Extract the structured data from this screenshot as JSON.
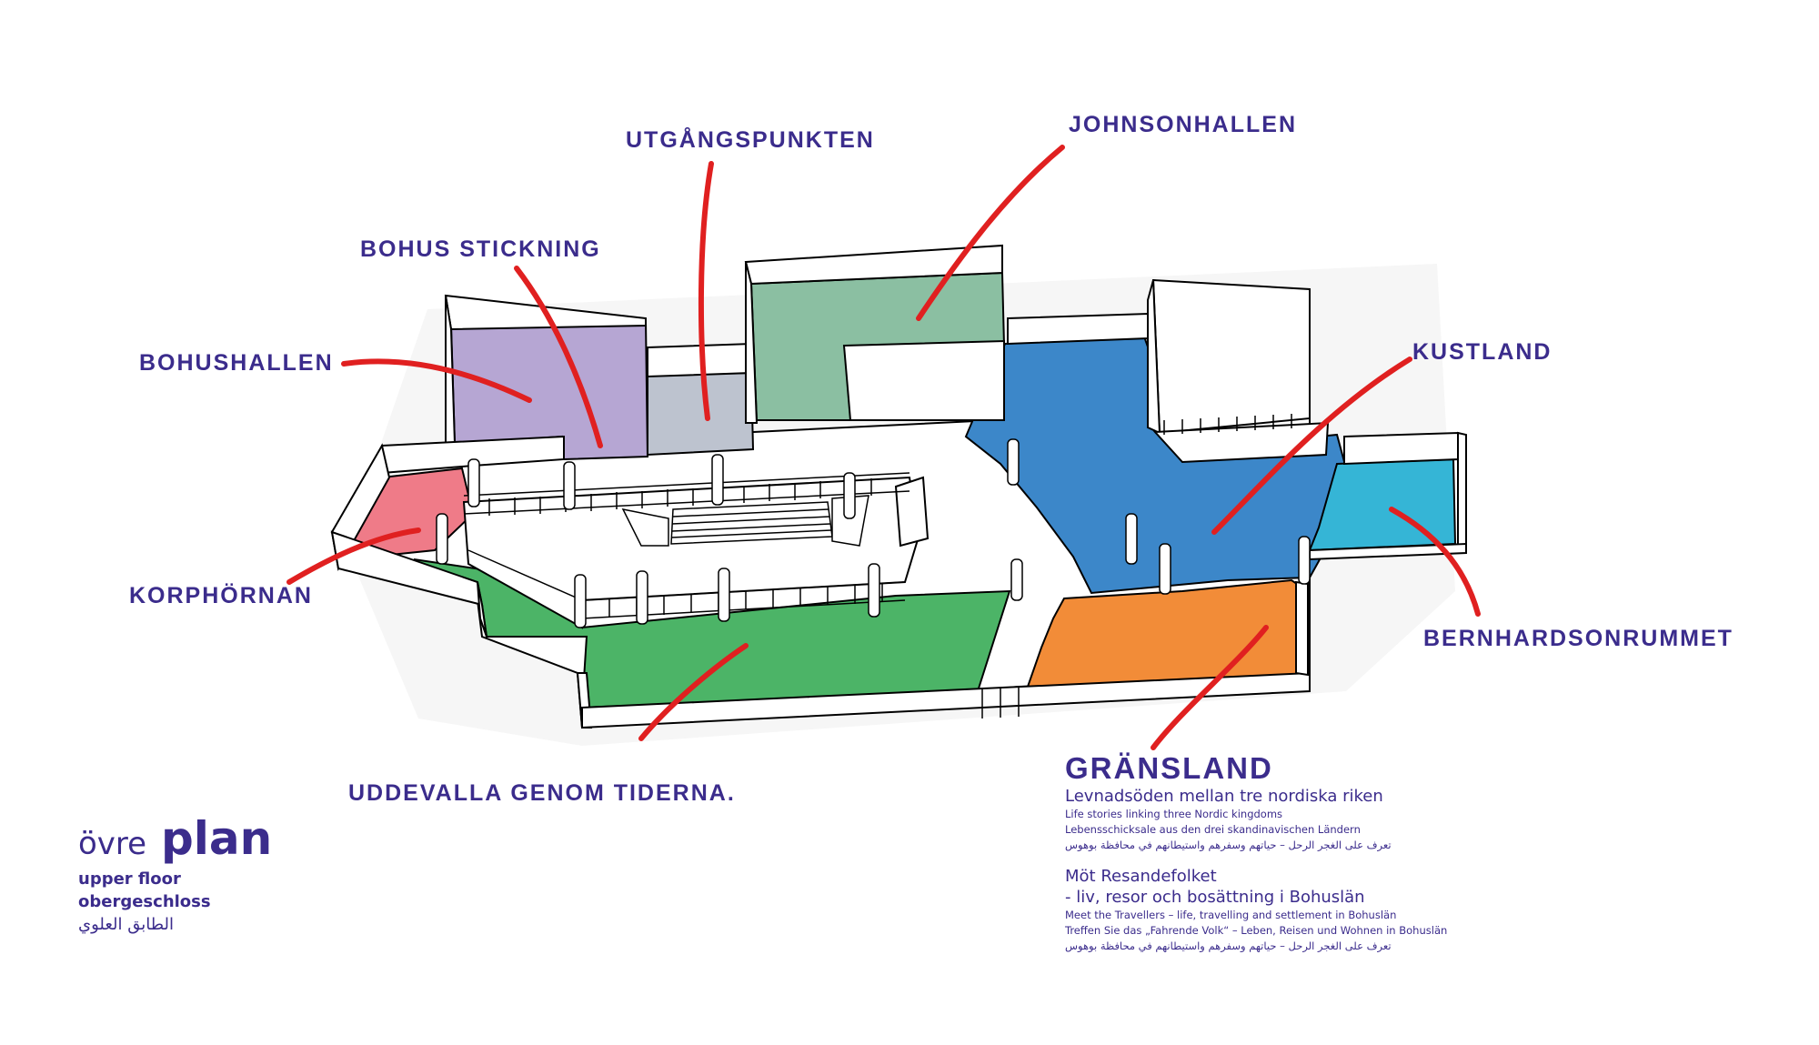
{
  "labels": {
    "utgangspunkten": "UTGÅNGSPUNKTEN",
    "johnsonhallen": "JOHNSONHALLEN",
    "bohus_stickning": "BOHUS STICKNING",
    "bohushallen": "BOHUSHALLEN",
    "kustland": "KUSTLAND",
    "korphornan": "KORPHÖRNAN",
    "bernhardsonrummet": "BERNHARDSONRUMMET",
    "uddevalla": "UDDEVALLA GENOM TIDERNA.",
    "gransland": "GRÄNSLAND"
  },
  "gransland_info": {
    "line1": "Levnadsöden mellan tre nordiska riken",
    "line2": "Life stories linking three Nordic kingdoms",
    "line3": "Lebensschicksale aus den drei skandinavischen Ländern",
    "line4": "تعرف على الغجر الرحل – حياتهم وسفرهم واستيطانهم في محافظة بوهوس",
    "line5": "Möt Resandefolket",
    "line6": "- liv, resor och bosättning i Bohuslän",
    "line7": "Meet the Travellers – life, travelling and settlement in Bohuslän",
    "line8": "Treffen Sie das „Fahrende Volk“ – Leben, Reisen und Wohnen in Bohuslän",
    "line9": "تعرف على الغجر الرحل – حياتهم وسفرهم واستيطانهم في محافظة بوهوس"
  },
  "floor_legend": {
    "ovre": "övre",
    "plan": "plan",
    "upper": "upper floor",
    "ober": "obergeschloss",
    "arabic": "الطابق العلوي"
  },
  "colors": {
    "text": "#3b2c8c",
    "pointer": "#e02020",
    "bohushallen": "#b6a6d3",
    "utgangspunkten": "#bdc3cf",
    "johnsonhallen": "#8bbfa2",
    "kustland": "#3c87c9",
    "bernhardsonrummet": "#35b5d6",
    "korphornan": "#ef7b88",
    "uddevalla": "#4cb467",
    "gransland": "#f28c38"
  }
}
